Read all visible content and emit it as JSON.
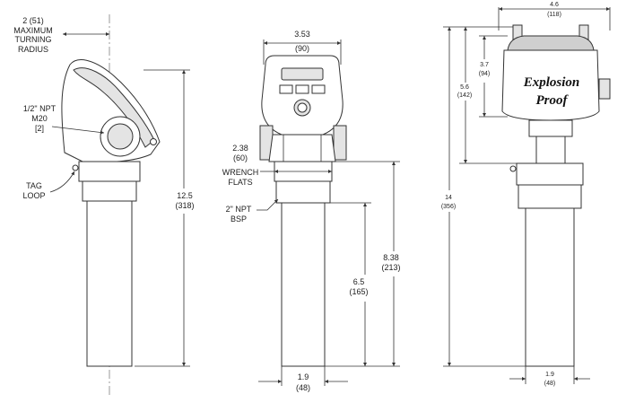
{
  "left_view": {
    "turning_radius": {
      "value": "2 (51)",
      "line1": "MAXIMUM",
      "line2": "TURNING",
      "line3": "RADIUS"
    },
    "conduit": {
      "line1": "1/2\" NPT",
      "line2": "M20",
      "line3": "[2]"
    },
    "tag_loop": {
      "line1": "TAG",
      "line2": "LOOP"
    },
    "height": {
      "inches": "12.5",
      "mm": "(318)"
    }
  },
  "middle_view": {
    "width": {
      "inches": "3.53",
      "mm": "(90)"
    },
    "wrench_flats": {
      "inches": "2.38",
      "mm": "(60)",
      "line1": "WRENCH",
      "line2": "FLATS"
    },
    "thread": {
      "line1": "2\" NPT",
      "line2": "BSP"
    },
    "probe_length": {
      "inches": "6.5",
      "mm": "(165)"
    },
    "overall_below": {
      "inches": "8.38",
      "mm": "(213)"
    },
    "probe_dia": {
      "inches": "1.9",
      "mm": "(48)"
    }
  },
  "right_view": {
    "width": {
      "inches": "4.6",
      "mm": "(118)"
    },
    "housing_height": {
      "inches": "3.7",
      "mm": "(94)"
    },
    "head_height": {
      "inches": "5.6",
      "mm": "(142)"
    },
    "overall": {
      "inches": "14",
      "mm": "(356)"
    },
    "probe_dia": {
      "inches": "1.9",
      "mm": "(48)"
    },
    "badge": {
      "line1": "Explosion",
      "line2": "Proof"
    }
  }
}
